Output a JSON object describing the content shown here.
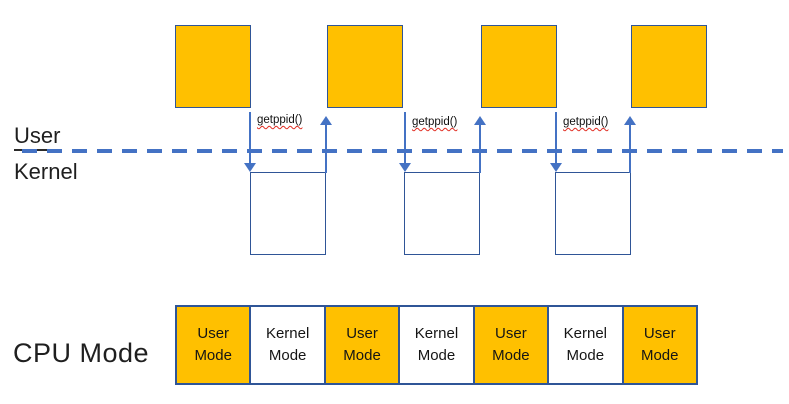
{
  "labels": {
    "user": "User",
    "kernel": "Kernel",
    "cpu_mode": "CPU Mode"
  },
  "syscalls": [
    {
      "label": "getppid()"
    },
    {
      "label": "getppid()"
    },
    {
      "label": "getppid()"
    }
  ],
  "cpu_row": {
    "cells": [
      {
        "label": "User\nMode",
        "mode": "user"
      },
      {
        "label": "Kernel\nMode",
        "mode": "kernel"
      },
      {
        "label": "User\nMode",
        "mode": "user"
      },
      {
        "label": "Kernel\nMode",
        "mode": "kernel"
      },
      {
        "label": "User\nMode",
        "mode": "user"
      },
      {
        "label": "Kernel\nMode",
        "mode": "kernel"
      },
      {
        "label": "User\nMode",
        "mode": "user"
      }
    ]
  },
  "colors": {
    "user_mode_fill": "#FFC000",
    "box_border": "#2F5597",
    "boundary_blue": "#4472C4",
    "spellcheck_red": "#E02B20",
    "text": "#1A1A1A"
  }
}
